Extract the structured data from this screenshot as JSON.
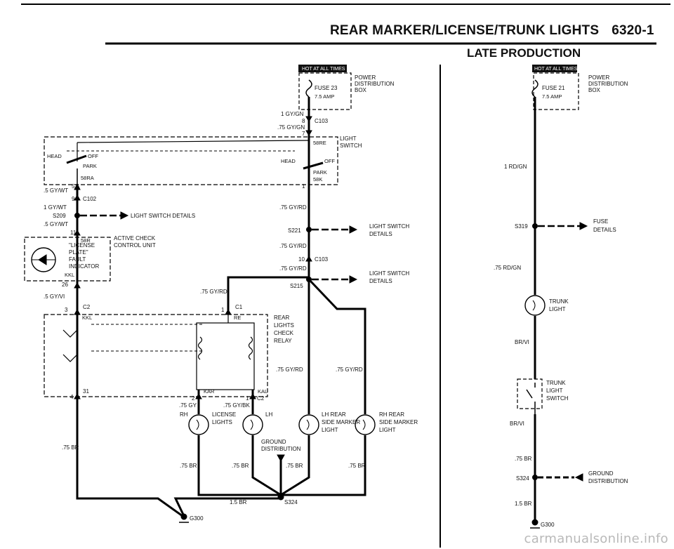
{
  "header": {
    "title": "REAR MARKER/LICENSE/TRUNK LIGHTS",
    "page": "6320-1"
  },
  "late_production": "LATE PRODUCTION",
  "watermark": "carmanualsonline.info",
  "left": {
    "hot": "HOT AT ALL TIMES",
    "pdb": [
      "POWER",
      "DISTRIBUTION",
      "BOX"
    ],
    "fuse": "FUSE 23",
    "fuse_amp": "7.5 AMP",
    "w_1gygn": "1 GY/GN",
    "c103_pin8": "8",
    "c103": "C103",
    "w_75gygn": ".75 GY/GN",
    "pin7": "7",
    "light_switch": [
      "LIGHT",
      "SWITCH"
    ],
    "p58re": "58RE",
    "head": "HEAD",
    "off": "OFF",
    "park": "PARK",
    "p58ra": "58RA",
    "p58r": "58R",
    "p58k": "58K",
    "pin5": "5",
    "pin1": "1",
    "w_5gywt": ".5 GY/WT",
    "c102_pin9": "9",
    "c102": "C102",
    "w_1gywt": "1 GY/WT",
    "s209": "S209",
    "lsd": "LIGHT SWITCH DETAILS",
    "w_5gywt2": ".5 GY/WT",
    "pin11": "11",
    "acu": [
      "ACTIVE CHECK",
      "CONTROL UNIT"
    ],
    "fault": [
      "\"LICENSE",
      "PLATE\"",
      "FAULT",
      "INDICATOR"
    ],
    "kkl": "KKL",
    "pin26": "26",
    "w_5gyvi": ".5 GY/VI",
    "w_75gyrd": ".75 GY/RD",
    "s221": "S221",
    "lsd2": [
      "LIGHT SWITCH",
      "DETAILS"
    ],
    "c103b_pin10": "10",
    "c103b": "C103",
    "s215": "S215",
    "lsd3": [
      "LIGHT SWITCH",
      "DETAILS"
    ],
    "c2_pin3": "3",
    "c2": "C2",
    "c1_pin1": "1",
    "c1": "C1",
    "re": "RE",
    "kkl2": "KKL",
    "relay": [
      "REAR",
      "LIGHTS",
      "CHECK",
      "RELAY"
    ],
    "pin31": "31",
    "pin4": "4",
    "pin2": "2",
    "kar": "KAR",
    "kal": "KAL",
    "c2b": "C2",
    "pin1b": "1",
    "w_75gy": ".75 GY",
    "w_75gybk": ".75 GY/BK",
    "rh": "RH",
    "lh": "LH",
    "license": [
      "LICENSE",
      "LIGHTS"
    ],
    "lh_rear": [
      "LH REAR",
      "SIDE MARKER",
      "LIGHT"
    ],
    "rh_rear": [
      "RH REAR",
      "SIDE MARKER",
      "LIGHT"
    ],
    "ground": [
      "GROUND",
      "DISTRIBUTION"
    ],
    "w_75br": ".75 BR",
    "w_15br": "1.5 BR",
    "s324": "S324",
    "g300": "G300"
  },
  "right": {
    "hot": "HOT AT ALL TIMES",
    "pdb": [
      "POWER",
      "DISTRIBUTION",
      "BOX"
    ],
    "fuse": "FUSE 21",
    "fuse_amp": "7.5 AMP",
    "w_1rdgn": "1 RD/GN",
    "s319": "S319",
    "fuse_details": [
      "FUSE",
      "DETAILS"
    ],
    "w_75rdgn": ".75 RD/GN",
    "trunk_light": [
      "TRUNK",
      "LIGHT"
    ],
    "w_brvi": "BR/VI",
    "trunk_switch": [
      "TRUNK",
      "LIGHT",
      "SWITCH"
    ],
    "w_brvi2": "BR/VI",
    "w_75br": ".75 BR",
    "s324": "S324",
    "ground": [
      "GROUND",
      "DISTRIBUTION"
    ],
    "w_15br": "1.5 BR",
    "g300": "G300"
  }
}
